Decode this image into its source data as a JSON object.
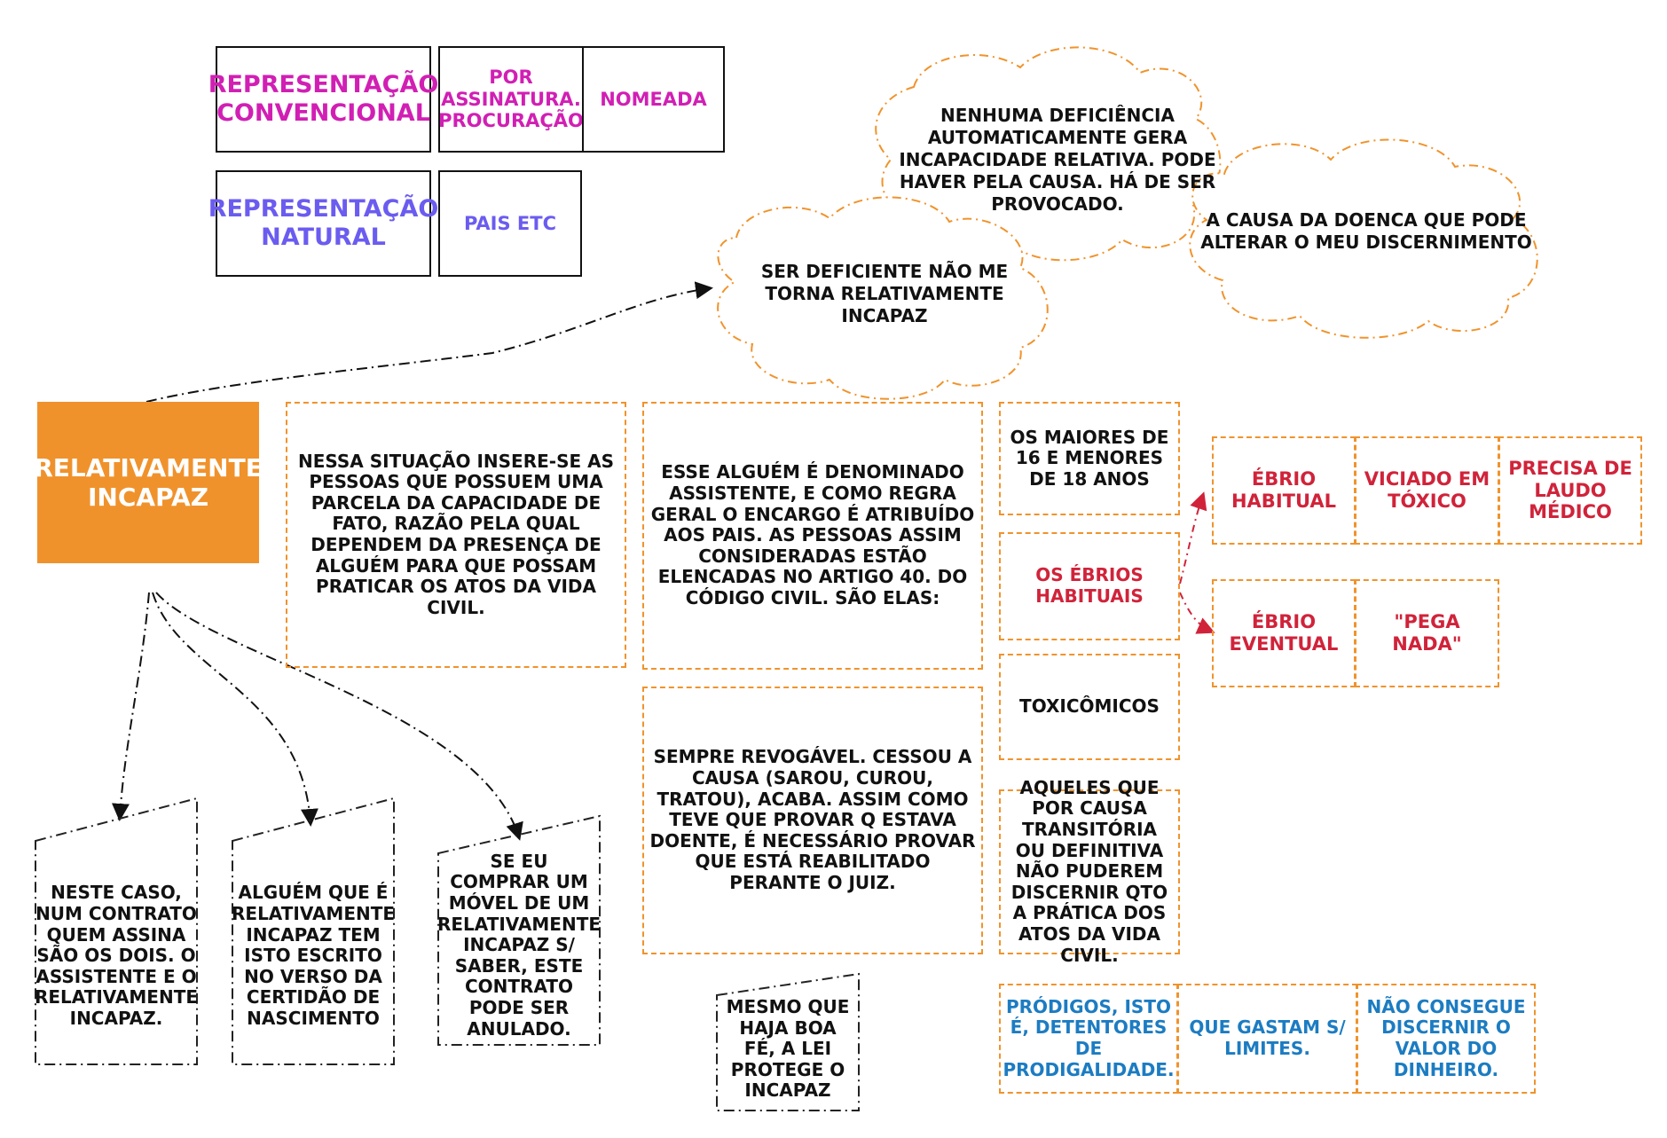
{
  "colors": {
    "orange": "#f0932c",
    "magenta": "#d11fb4",
    "violet": "#6b5cf0",
    "red": "#d0233a",
    "blue": "#1c7cc2"
  },
  "legend": {
    "conventional_label": "Representação Convencional",
    "conventional_by_signature": "Por assinatura. Procuração",
    "conventional_appointed": "Nomeada",
    "natural_label": "Representação Natural",
    "natural_parents": "Pais etc"
  },
  "clouds": {
    "deficiency": "Nenhuma deficiência automaticamente gera incapacidade relativa. Pode haver pela causa. Há de ser provocado.",
    "disease_cause": "A causa da doenca que pode alterar o meu discernimento",
    "not_incapable": "Ser deficiente não me torna relativamente incapaz"
  },
  "main_node": "Relativamente Incapaz",
  "descriptions": {
    "situation": "Nessa situação insere-se as pessoas que possuem uma parcela da capacidade de fato, razão pela qual dependem da presença de alguém para que possam praticar os atos da vida civil.",
    "assistant": "Esse alguém é denominado assistente, e como regra geral o encargo é atribuído aos pais. As pessoas assim consideradas estão elencadas no artigo 40. do Código Civil. São elas:",
    "revocable": "Sempre revogável. Cessou a causa (sarou, curou, tratou), acaba. Assim como teve que provar q estava doente, é necessário provar que está reabilitado perante o juiz.",
    "good_faith": "Mesmo que haja boa fé, a lei protege o incapaz"
  },
  "categories": {
    "minors": "Os maiores de 16 e menores de 18 anos",
    "drunkards": "Os ébrios habituais",
    "drug_addicts": "Toxicômicos",
    "cannot_discern": "Aqueles que por causa transitória ou definitiva não puderem discernir qto a prática dos atos da vida civil."
  },
  "drunkard_types": {
    "habitual": "Ébrio Habitual",
    "habitual_addicted": "Viciado em tóxico",
    "habitual_report": "Precisa de laudo médico",
    "eventual": "Ébrio eventual",
    "eventual_note": "\"Pega nada\""
  },
  "prodigals": {
    "definition": "Pródigos, isto é, detentores de prodigalidade.",
    "spend": "Que gastam s/ limites.",
    "value": "Não consegue discernir o valor do dinheiro."
  },
  "notes": {
    "contract_sign": "Neste caso, num contrato quem assina são os dois. O assistente e o relativamente incapaz.",
    "birth_cert": "Alguém que é relativamente incapaz tem isto escrito no verso da certidão de nascimento",
    "contract_void": "Se eu comprar um móvel de um relativamente incapaz s/ saber, este contrato pode ser anulado."
  }
}
